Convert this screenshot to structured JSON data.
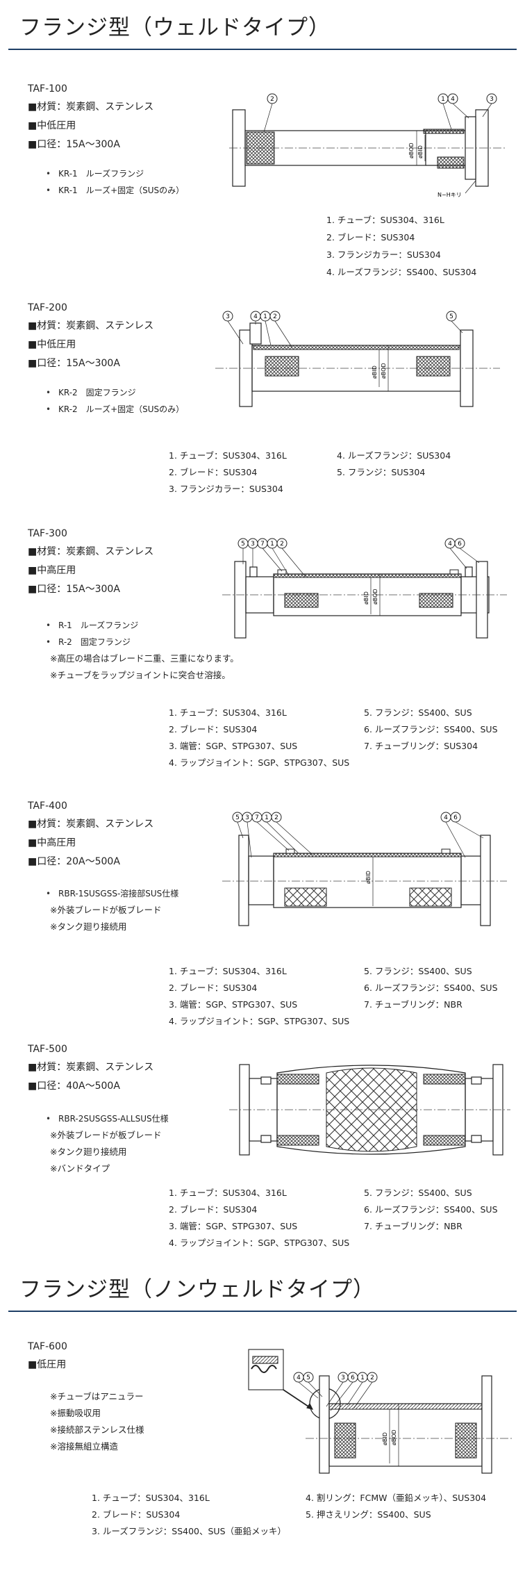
{
  "headers": {
    "welded": "フランジ型（ウェルドタイプ）",
    "nonwelded": "フランジ型（ノンウェルドタイプ）"
  },
  "taf100": {
    "model": "TAF-100",
    "specs": [
      "■材質：炭素鋼、ステンレス",
      "■中低圧用",
      "■口径：15A～300A"
    ],
    "options": [
      "KR-1　ルーズフランジ",
      "KR-1　ルーズ+固定（SUSのみ）"
    ],
    "parts": [
      "1.  チューブ：SUS304、316L",
      "2.  ブレード：SUS304",
      "3.  フランジカラー：SUS304",
      "4.  ルーズフランジ：SS400、SUS304"
    ],
    "labels": {
      "od": "øBOD",
      "id": "øBID",
      "nh": "N−Hキリ",
      "c1": "1",
      "c2": "2",
      "c3": "3",
      "c4": "4"
    }
  },
  "taf200": {
    "model": "TAF-200",
    "specs": [
      "■材質：炭素鋼、ステンレス",
      "■中低圧用",
      "■口径：15A～300A"
    ],
    "options": [
      "KR-2　固定フランジ",
      "KR-2　ルーズ+固定（SUSのみ）"
    ],
    "parts": [
      "1.  チューブ：SUS304、316L",
      "2.  ブレード：SUS304",
      "3.  フランジカラー：SUS304",
      "4.  ルーズフランジ：SUS304",
      "5.  フランジ：SUS304"
    ],
    "labels": {
      "od": "øBOD",
      "id": "øBID",
      "c1": "1",
      "c2": "2",
      "c3": "3",
      "c4": "4",
      "c5": "5"
    }
  },
  "taf300": {
    "model": "TAF-300",
    "specs": [
      "■材質：炭素鋼、ステンレス",
      "■中高圧用",
      "■口径：15A～300A"
    ],
    "options": [
      "R-1　ルーズフランジ",
      "R-2　固定フランジ"
    ],
    "notes": [
      "※高圧の場合はブレード二重、三重になります。",
      "※チューブをラップジョイントに突合せ溶接。"
    ],
    "parts": [
      "1.  チューブ：SUS304、316L",
      "2.  ブレード：SUS304",
      "3.  端管：SGP、STPG307、SUS",
      "4.  ラップジョイント：SGP、STPG307、SUS",
      "5.  フランジ：SS400、SUS",
      "6.  ルーズフランジ：SS400、SUS",
      "7.  チューブリング：SUS304"
    ],
    "labels": {
      "od": "øBOD",
      "id": "øBID",
      "c1": "1",
      "c2": "2",
      "c3": "3",
      "c4": "4",
      "c5": "5",
      "c6": "6",
      "c7": "7"
    }
  },
  "taf400": {
    "model": "TAF-400",
    "specs": [
      "■材質：炭素鋼、ステンレス",
      "■中高圧用",
      "■口径：20A～500A"
    ],
    "options": [
      "RBR-1SUSGSS-溶接部SUS仕様"
    ],
    "notes": [
      "※外装ブレードが板ブレード",
      "※タンク廻り接続用"
    ],
    "parts": [
      "1.  チューブ：SUS304、316L",
      "2.  ブレード：SUS304",
      "3.  端管：SGP、STPG307、SUS",
      "4.  ラップジョイント：SGP、STPG307、SUS",
      "5.  フランジ：SS400、SUS",
      "6.  ルーズフランジ：SS400、SUS",
      "7.  チューブリング：NBR"
    ],
    "labels": {
      "id": "øBID",
      "c1": "1",
      "c2": "2",
      "c3": "3",
      "c4": "4",
      "c5": "5",
      "c6": "6",
      "c7": "7"
    }
  },
  "taf500": {
    "model": "TAF-500",
    "specs": [
      "■材質：炭素鋼、ステンレス",
      "■口径：40A～500A"
    ],
    "options": [
      "RBR-2SUSGSS-ALLSUS仕様"
    ],
    "notes": [
      "※外装ブレードが板ブレード",
      "※タンク廻り接続用",
      "※バンドタイプ"
    ],
    "parts": [
      "1.  チューブ：SUS304、316L",
      "2.  ブレード：SUS304",
      "3.  端管：SGP、STPG307、SUS",
      "4.  ラップジョイント：SGP、STPG307、SUS",
      "5.  フランジ：SS400、SUS",
      "6.  ルーズフランジ：SS400、SUS",
      "7.  チューブリング：NBR"
    ]
  },
  "taf600": {
    "model": "TAF-600",
    "specs": [
      "■低圧用"
    ],
    "notes": [
      "※チューブはアニュラー",
      "※振動吸収用",
      "※接続部ステンレス仕様",
      "※溶接無組立構造"
    ],
    "parts": [
      "1.  チューブ：SUS304、316L",
      "2.  ブレード：SUS304",
      "3.  ルーズフランジ：SS400、SUS（亜鉛メッキ）",
      "4.  割リング：FCMW（亜鉛メッキ）、SUS304",
      "5.  押さえリング：SS400、SUS"
    ],
    "labels": {
      "od": "øBOD",
      "id": "øBID",
      "c1": "1",
      "c2": "2",
      "c3": "3",
      "c4": "4",
      "c5": "5",
      "c6": "6"
    }
  },
  "colors": {
    "rule": "#1e3f66",
    "text": "#222222"
  }
}
